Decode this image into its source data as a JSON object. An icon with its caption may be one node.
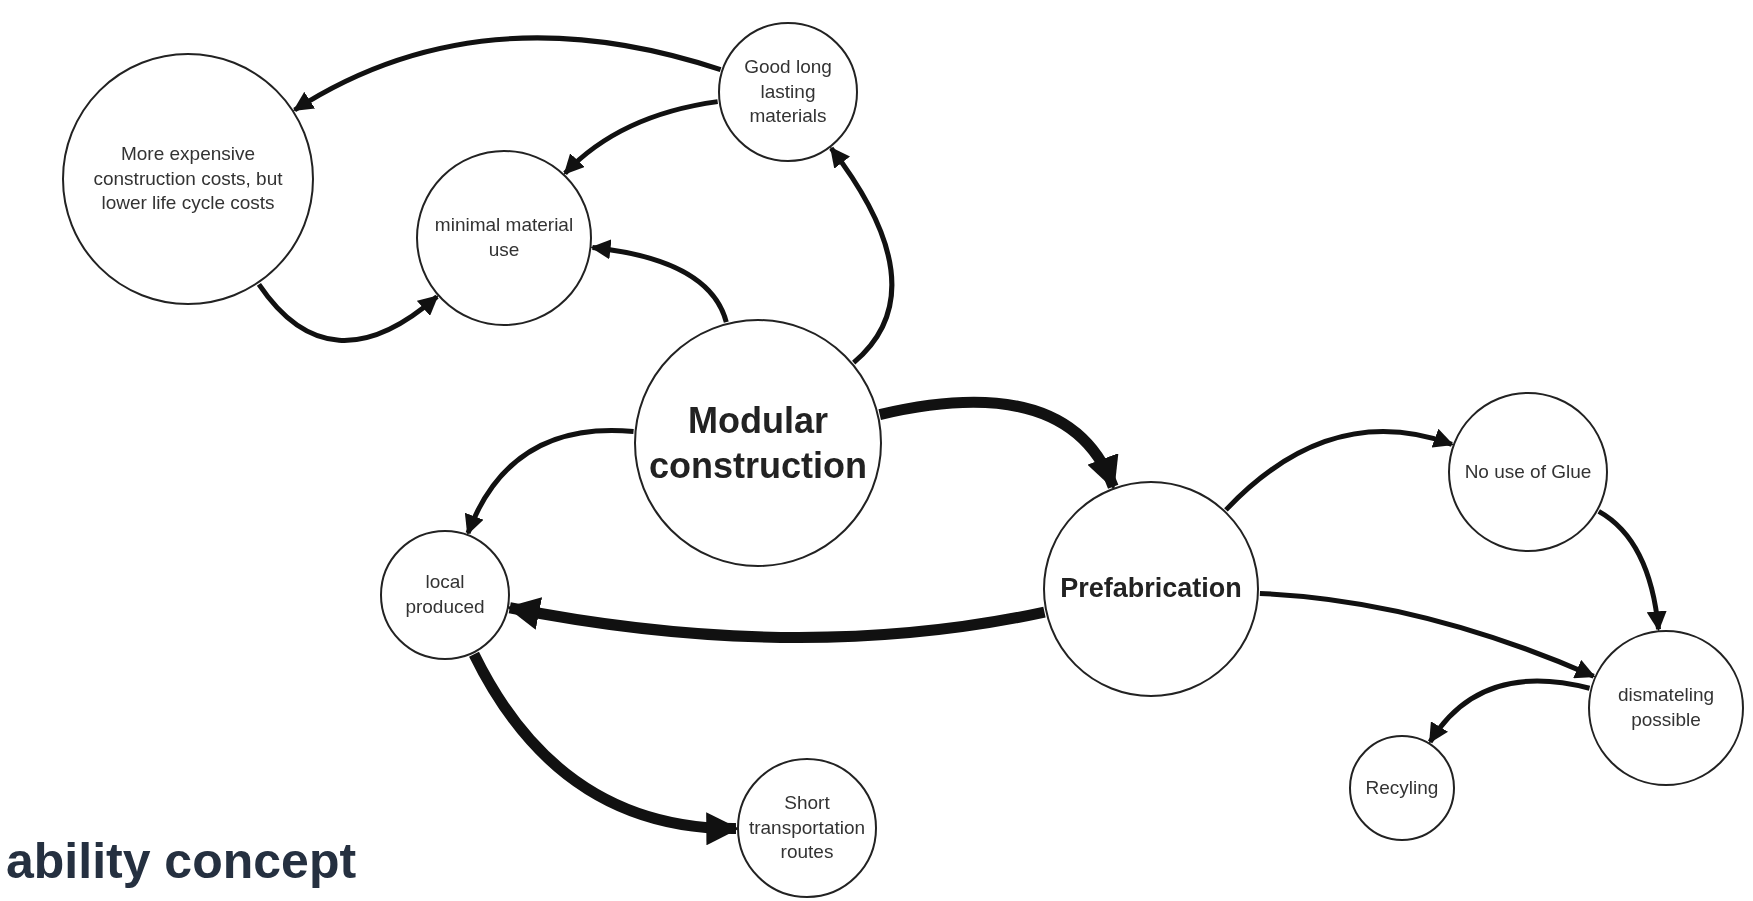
{
  "diagram": {
    "nodes": [
      {
        "text": [
          "More expensive construction costs, but lower life cycle costs"
        ]
      },
      {
        "text": [
          "Good long lasting materials"
        ]
      },
      {
        "text": [
          "minimal material use"
        ]
      },
      {
        "text": [
          "Modular construction"
        ]
      },
      {
        "text": [
          "Prefabrication"
        ]
      },
      {
        "text": [
          "No use of Glue"
        ]
      },
      {
        "text": [
          "local produced"
        ]
      },
      {
        "text": [
          "Short transportation routes"
        ]
      },
      {
        "text": [
          "dismateling possible"
        ]
      },
      {
        "text": [
          "Recyling"
        ]
      }
    ],
    "edges": [
      {
        "from": 1,
        "to": 0,
        "arrow": "to"
      },
      {
        "from": 1,
        "to": 2,
        "arrow": "to"
      },
      {
        "from": 3,
        "to": 2,
        "arrow": "to"
      },
      {
        "from": 3,
        "to": 1,
        "arrow": "to"
      },
      {
        "from": 0,
        "to": 2,
        "arrow": "to"
      },
      {
        "from": 3,
        "to": 6,
        "arrow": "to"
      },
      {
        "from": 3,
        "to": 4,
        "arrow": "to",
        "style": "thick"
      },
      {
        "from": 4,
        "to": 5,
        "arrow": "to"
      },
      {
        "from": 5,
        "to": 8,
        "arrow": "to"
      },
      {
        "from": 4,
        "to": 8,
        "arrow": "to"
      },
      {
        "from": 8,
        "to": 9,
        "arrow": "to"
      },
      {
        "from": 4,
        "to": 6,
        "arrow": "to",
        "style": "thick"
      },
      {
        "from": 6,
        "to": 7,
        "arrow": "to",
        "style": "thick"
      }
    ],
    "labels": [
      "ability concept"
    ]
  }
}
